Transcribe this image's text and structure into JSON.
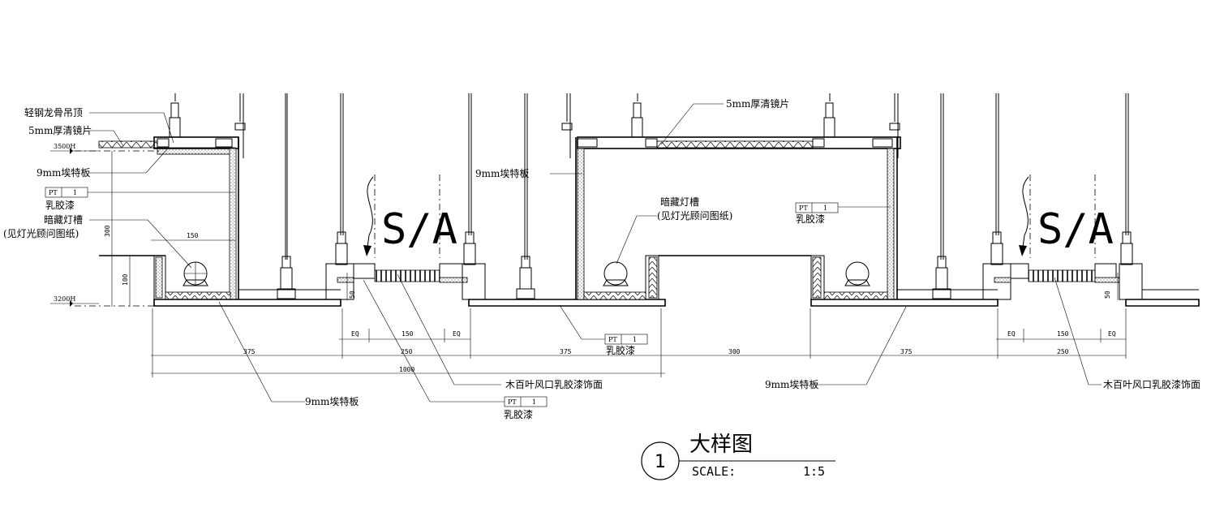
{
  "labels": {
    "ceiling": "轻钢龙骨吊顶",
    "mirror_left": "5mm厚清镜片",
    "mirror_center": "5mm厚清镜片",
    "board_left": "9mm埃特板",
    "board_center": "9mm埃特板",
    "paint_left": "乳胶漆",
    "paint_center_right": "乳胶漆",
    "paint_bottom_center": "乳胶漆",
    "paint_bottom": "乳胶漆",
    "light_slot_left": "暗藏灯槽",
    "light_note_left": "(见灯光顾问图纸)",
    "light_slot_center": "暗藏灯槽",
    "light_note_center": "(见灯光顾问图纸)",
    "louver_center": "木百叶风口乳胶漆饰面",
    "louver_right": "木百叶风口乳胶漆饰面",
    "board_bottom_left": "9mm埃特板",
    "board_bottom_right": "9mm埃特板"
  },
  "tags": {
    "pt": "PT",
    "one": "1"
  },
  "levels": {
    "high": "3500H",
    "low": "3200H"
  },
  "markers": {
    "sa_left": "S/A",
    "sa_right": "S/A"
  },
  "dims": {
    "d300": "300",
    "d150_top": "150",
    "d100": "100",
    "d50_left": "50",
    "d50_right": "50",
    "eq": "EQ",
    "d150": "150",
    "d375": "375",
    "d250": "250",
    "d300b": "300",
    "d1000": "1000"
  },
  "title": {
    "number": "1",
    "name": "大样图",
    "scale_label": "SCALE:",
    "scale_value": "1:5"
  }
}
